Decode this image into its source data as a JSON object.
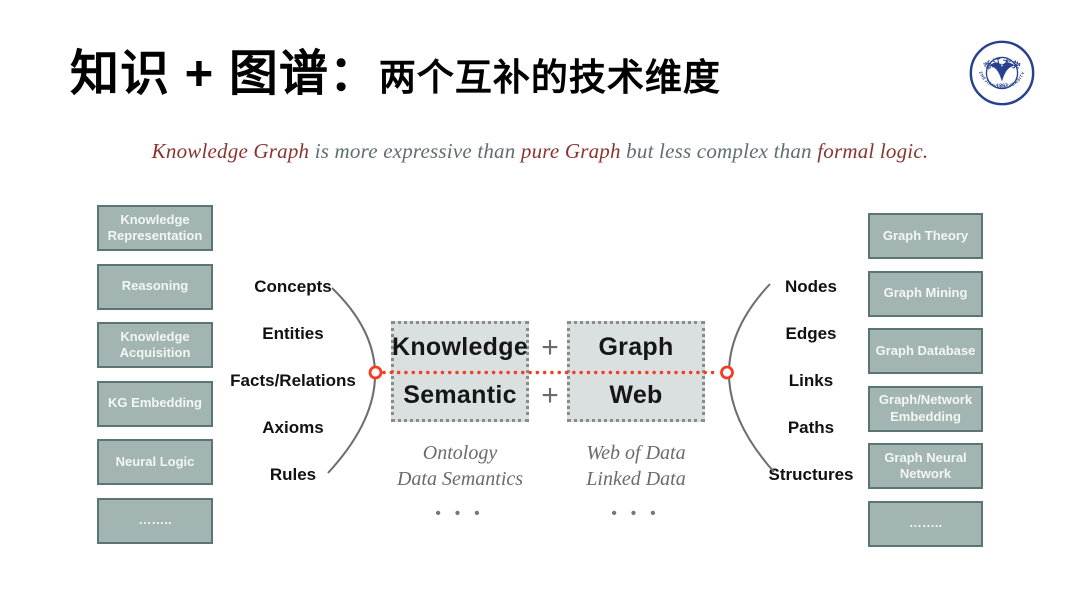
{
  "slide": {
    "title": {
      "part1": "知识 + 图谱：",
      "part2": "两个互补的技术维度"
    },
    "subtitle_segments": [
      {
        "text": "Knowledge Graph ",
        "color": "#8a3430"
      },
      {
        "text": "is more expressive than ",
        "color": "#5f6e6e"
      },
      {
        "text": "pure Graph ",
        "color": "#8a3430"
      },
      {
        "text": "but less complex than ",
        "color": "#5f6e6e"
      },
      {
        "text": "formal logic.",
        "color": "#8a3430"
      }
    ],
    "logo": {
      "institution": "Zhejiang University",
      "top_text": "浙江大学",
      "bottom_text": "ZHEJIANG UNIVERSITY",
      "year": "1897",
      "color": "#28418e"
    }
  },
  "diagram": {
    "left_boxes": [
      "Knowledge Representation",
      "Reasoning",
      "Knowledge Acquisition",
      "KG Embedding",
      "Neural Logic",
      "…….."
    ],
    "left_terms": [
      "Concepts",
      "Entities",
      "Facts/Relations",
      "Axioms",
      "Rules"
    ],
    "center": {
      "knowledge_box": {
        "line1": "Knowledge",
        "line2": "Semantic"
      },
      "graph_box": {
        "line1": "Graph",
        "line2": "Web"
      },
      "plus": "+",
      "knowledge_captions": [
        "Ontology",
        "Data Semantics"
      ],
      "graph_captions": [
        "Web of Data",
        "Linked Data"
      ],
      "ellipsis": "• • •"
    },
    "right_terms": [
      "Nodes",
      "Edges",
      "Links",
      "Paths",
      "Structures"
    ],
    "right_boxes": [
      "Graph Theory",
      "Graph Mining",
      "Graph Database",
      "Graph/Network Embedding",
      "Graph Neural Network",
      "…….."
    ],
    "colors": {
      "side_box_fill": "#a3b5b2",
      "side_box_border": "#5a7573",
      "side_box_text": "#f2f6f5",
      "dashed_box_fill": "#d9e0df",
      "dashed_box_border": "#8b8b8b",
      "connector_red": "#f53b22",
      "curve_gray": "#6e6e6e"
    }
  }
}
